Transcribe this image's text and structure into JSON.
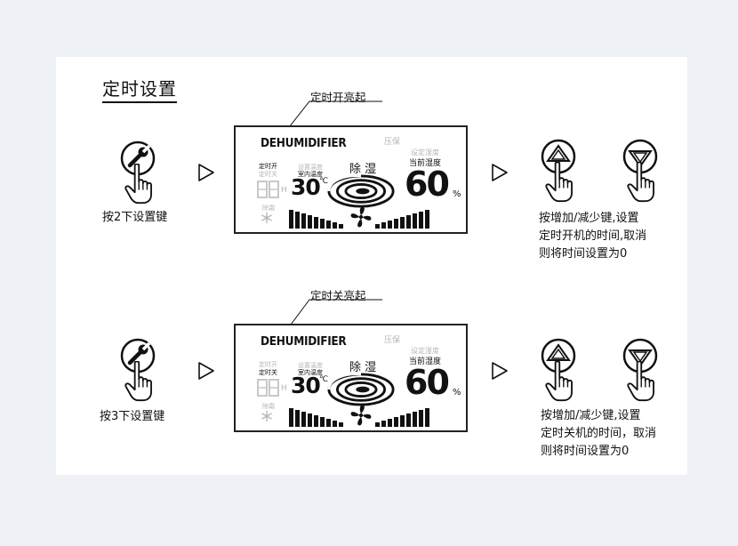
{
  "title": "定时设置",
  "rows": [
    {
      "callout": "定时开亮起",
      "press_label": "按2下设置键",
      "instruction": [
        "按增加/减少键,设置",
        "定时开机的时间,取消",
        "则将时间设置为0"
      ],
      "display": {
        "brand": "DEHUMIDIFIER",
        "pressure": "压保",
        "timer_on": "定时开",
        "timer_off": "定时关",
        "set_temp": "设置温度",
        "room_temp": "室内温度",
        "hour_digits": "00",
        "hour_unit": "H",
        "defrost": "除霜",
        "temp_value": "30",
        "temp_unit": "℃",
        "mode": "除 湿",
        "set_humidity": "设定湿度",
        "current_humidity": "当前湿度",
        "humidity_value": "60",
        "humidity_unit": "%"
      }
    },
    {
      "callout": "定时关亮起",
      "press_label": "按3下设置键",
      "instruction": [
        "按增加/减少键,设置",
        "定时关机的时间，取消",
        "则将时间设置为0"
      ],
      "display": {
        "brand": "DEHUMIDIFIER",
        "pressure": "压保",
        "timer_on": "定时开",
        "timer_off": "定时关",
        "set_temp": "设置温度",
        "room_temp": "室内温度",
        "hour_digits": "00",
        "hour_unit": "H",
        "defrost": "除霜",
        "temp_value": "30",
        "temp_unit": "℃",
        "mode": "除 湿",
        "set_humidity": "设定湿度",
        "current_humidity": "当前湿度",
        "humidity_value": "60",
        "humidity_unit": "%"
      }
    }
  ],
  "icons": {
    "setting_button": "wrench-hand-icon",
    "increase_button": "up-triangle-hand-icon",
    "decrease_button": "down-triangle-hand-icon",
    "next_step": "play-arrow-icon",
    "fan": "fan-icon",
    "swirl": "swirl-icon",
    "snowflake": "snowflake-icon"
  }
}
